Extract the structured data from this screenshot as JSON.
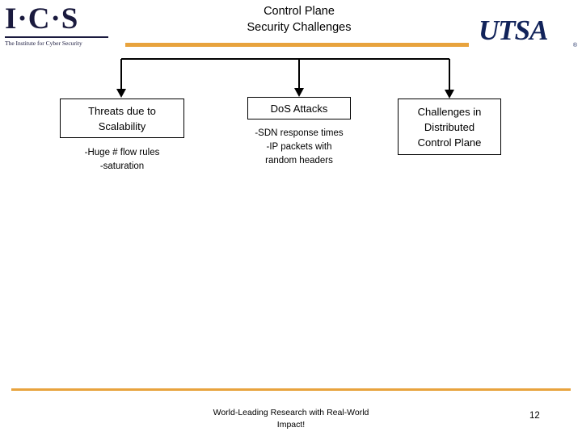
{
  "header": {
    "ics_logo": {
      "wordmark": "I·C·S",
      "tagline": "The Institute for Cyber Security"
    },
    "title_line1": "Control Plane",
    "title_line2": "Security Challenges",
    "utsa_logo": {
      "wordmark": "UTSA",
      "trademark": "®"
    },
    "accent_color": "#e8a33d"
  },
  "diagram": {
    "nodes": [
      {
        "id": "threats",
        "line1": "Threats due to",
        "line2": "Scalability",
        "details_line1": "-Huge # flow rules",
        "details_line2": "-saturation"
      },
      {
        "id": "dos",
        "line1": "DoS Attacks",
        "line2": "",
        "details_line1": "-SDN response times",
        "details_line2": "-IP packets with",
        "details_line3": "random headers"
      },
      {
        "id": "challenges",
        "line1": "Challenges in",
        "line2": "Distributed",
        "line3": "Control Plane"
      }
    ]
  },
  "footer": {
    "tagline_line1": "World-Leading Research with Real-World",
    "tagline_line2": "Impact!",
    "slide_number": "12"
  }
}
